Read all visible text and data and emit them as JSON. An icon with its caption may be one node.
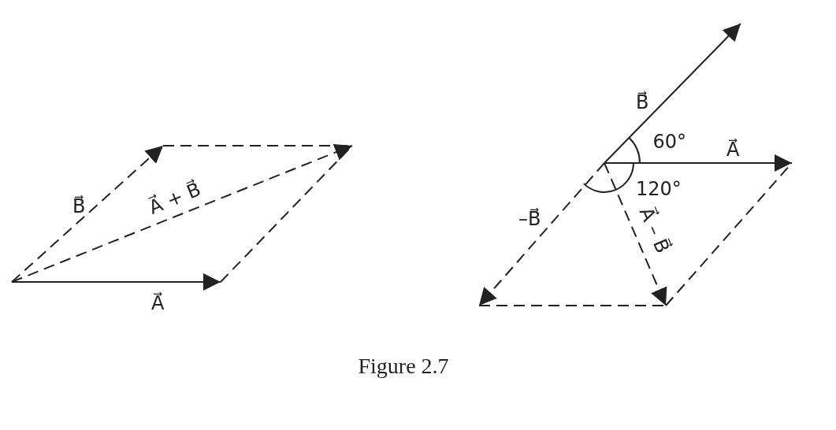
{
  "diagram": {
    "caption": "Figure 2.7",
    "labels": [
      "B⃗",
      "A⃗ + B⃗",
      "A⃗",
      "B⃗",
      "60°",
      "A⃗",
      "120°",
      "–B⃗",
      "A⃗ – B⃗"
    ]
  }
}
